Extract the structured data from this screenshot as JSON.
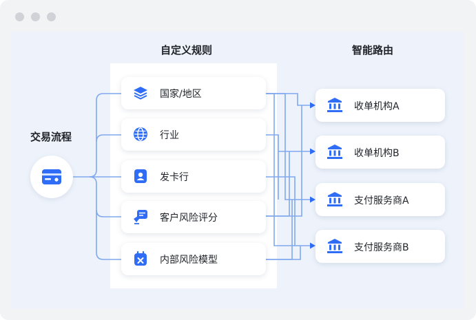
{
  "columns": {
    "rules_title": "自定义规则",
    "routing_title": "智能路由"
  },
  "transaction": {
    "title": "交易流程",
    "icon": "credit-card-icon"
  },
  "rules": [
    {
      "label": "国家/地区",
      "icon": "layers-icon"
    },
    {
      "label": "行业",
      "icon": "globe-icon"
    },
    {
      "label": "发卡行",
      "icon": "id-card-icon"
    },
    {
      "label": "客户风险评分",
      "icon": "risk-score-icon"
    },
    {
      "label": "内部风险模型",
      "icon": "risk-model-icon"
    }
  ],
  "routes": [
    {
      "label": "收单机构A",
      "icon": "bank-icon"
    },
    {
      "label": "收单机构B",
      "icon": "bank-icon"
    },
    {
      "label": "支付服务商A",
      "icon": "bank-icon"
    },
    {
      "label": "支付服务商B",
      "icon": "bank-icon"
    }
  ],
  "colors": {
    "accent": "#2f6df6",
    "connector": "#7fa8ee",
    "background": "#eef3fb"
  }
}
